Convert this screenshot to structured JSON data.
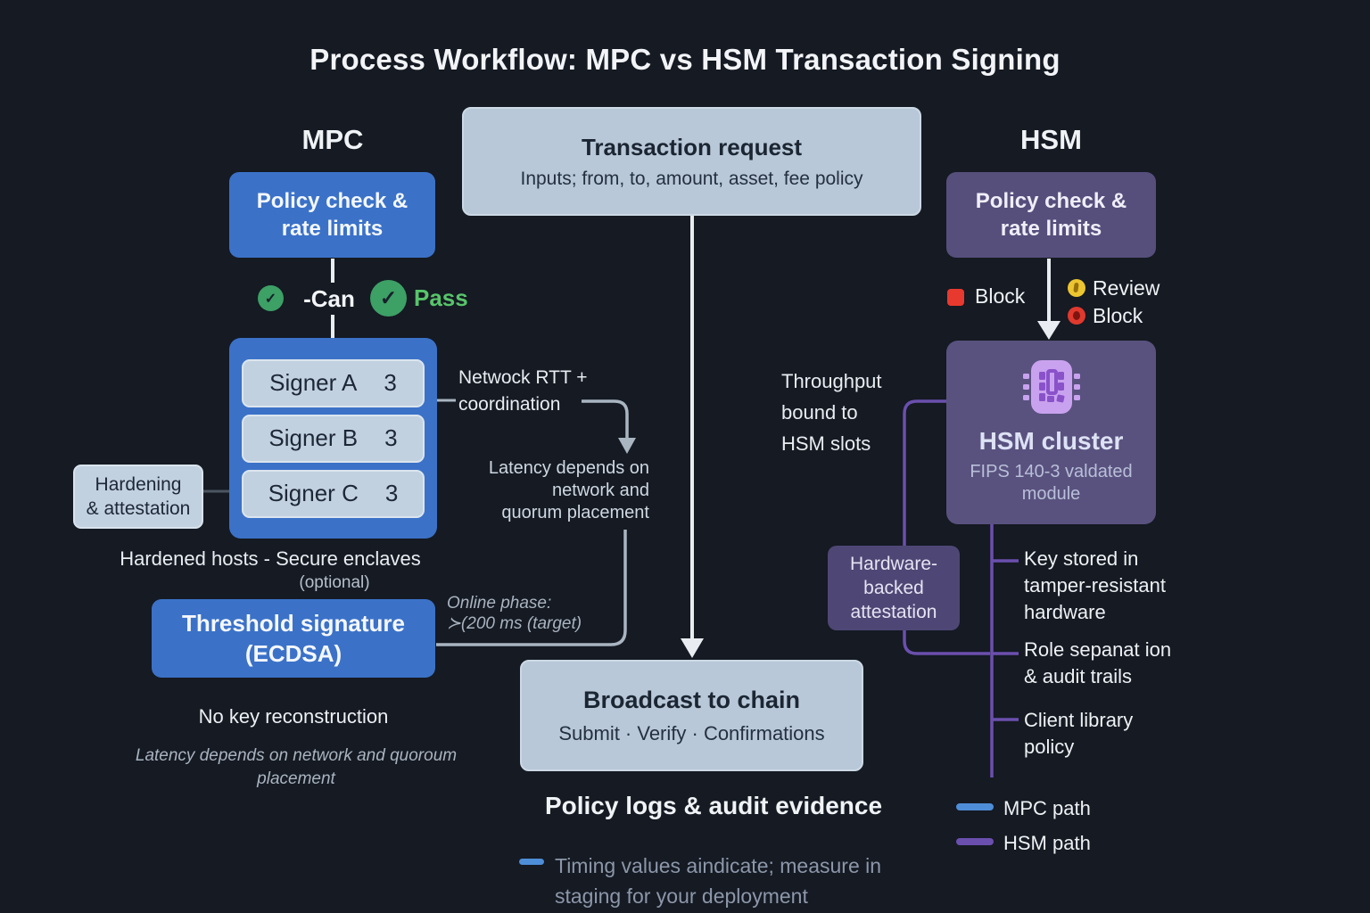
{
  "title": "Process Workflow: MPC vs HSM Transaction Signing",
  "mpc": {
    "header": "MPC",
    "policy_label": "Policy check &\nrate limits",
    "can_label": "-Can",
    "pass_label": "Pass",
    "signers": [
      {
        "name": "Signer A",
        "count": "3"
      },
      {
        "name": "Signer B",
        "count": "3"
      },
      {
        "name": "Signer C",
        "count": "3"
      }
    ],
    "hardening_label": "Hardening\n& attestation",
    "hosts_line": "Hardened hosts -  Secure enclaves",
    "hosts_optional": "(optional)",
    "network_rtt": "Netwock RTT +\ncoordination",
    "latency_mid": "Latency depends on\nnetwork and\nquorum placement",
    "online_phase": "Online phase:\n≻(200 ms (target)",
    "threshold_label": "Threshold signature\n(ECDSA)",
    "no_key": "No key reconstruction",
    "latency_note": "Latency depends on network and quoroum\nplacement"
  },
  "center": {
    "transaction_title": "Transaction request",
    "transaction_sub": "Inputs; from, to, amount, asset, fee policy",
    "broadcast_title": "Broadcast to chain",
    "broadcast_sub": "Submit · Verify · Confirmations",
    "policy_logs": "Policy logs & audit evidence",
    "footnote": "Timing values aindicate; measure in\nstaging for your deployment"
  },
  "hsm": {
    "header": "HSM",
    "policy_label": "Policy check &\nrate limits",
    "block_left_label": "Block",
    "review_label": "Review",
    "block_right_label": "Block",
    "cluster_title": "HSM cluster",
    "cluster_sub": "FIPS 140-3 valdated\nmodule",
    "throughput": "Throughput\nbound to\nHSM slots",
    "attestation_label": "Hardware-\nbacked\nattestation",
    "points": [
      "Key stored in\ntamper-resistant\nhardware",
      "Role sepanat ion\n& audit trails",
      "Client library\npolicy"
    ]
  },
  "legend": {
    "mpc_path": "MPC path",
    "hsm_path": "HSM path"
  },
  "icons": {
    "check": "✓",
    "mpc_check_small": "check-circle",
    "mpc_check_large": "check-circle",
    "block_square": "block-square",
    "review_dot": "review-dot",
    "block_dot": "block-dot",
    "hsm_chip": "chip"
  },
  "colors": {
    "background": "#151a23",
    "mpc_blue": "#3b72c8",
    "hsm_purple": "#564f7c",
    "light_panel": "#b8c8d8",
    "signer_row": "#c2d1e0",
    "pass_green": "#58c46a",
    "check_circle_green": "#3da065",
    "block_red": "#e8392e",
    "review_yellow": "#ecc530",
    "mpc_path_blue": "#4e8ed8",
    "hsm_path_purple": "#6b4fae",
    "connector_gray": "#a9b5c1",
    "arrow_white": "#e9edf2"
  }
}
